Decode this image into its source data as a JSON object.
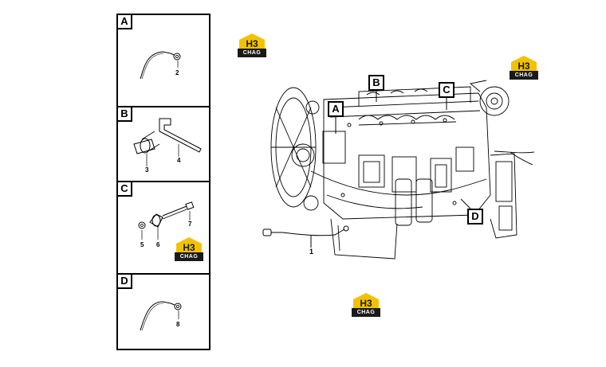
{
  "panels": [
    {
      "tag": "A",
      "parts": [
        "2"
      ]
    },
    {
      "tag": "B",
      "parts": [
        "3",
        "4"
      ]
    },
    {
      "tag": "C",
      "parts": [
        "5",
        "6",
        "7"
      ]
    },
    {
      "tag": "D",
      "parts": [
        "8"
      ]
    }
  ],
  "callouts": [
    "A",
    "B",
    "C",
    "D"
  ],
  "main_part_label": "1",
  "logo": {
    "text": "CHAG",
    "mark": "H3",
    "accent_color": "#f2c200"
  },
  "colors": {
    "line": "#000000",
    "background": "#ffffff"
  }
}
